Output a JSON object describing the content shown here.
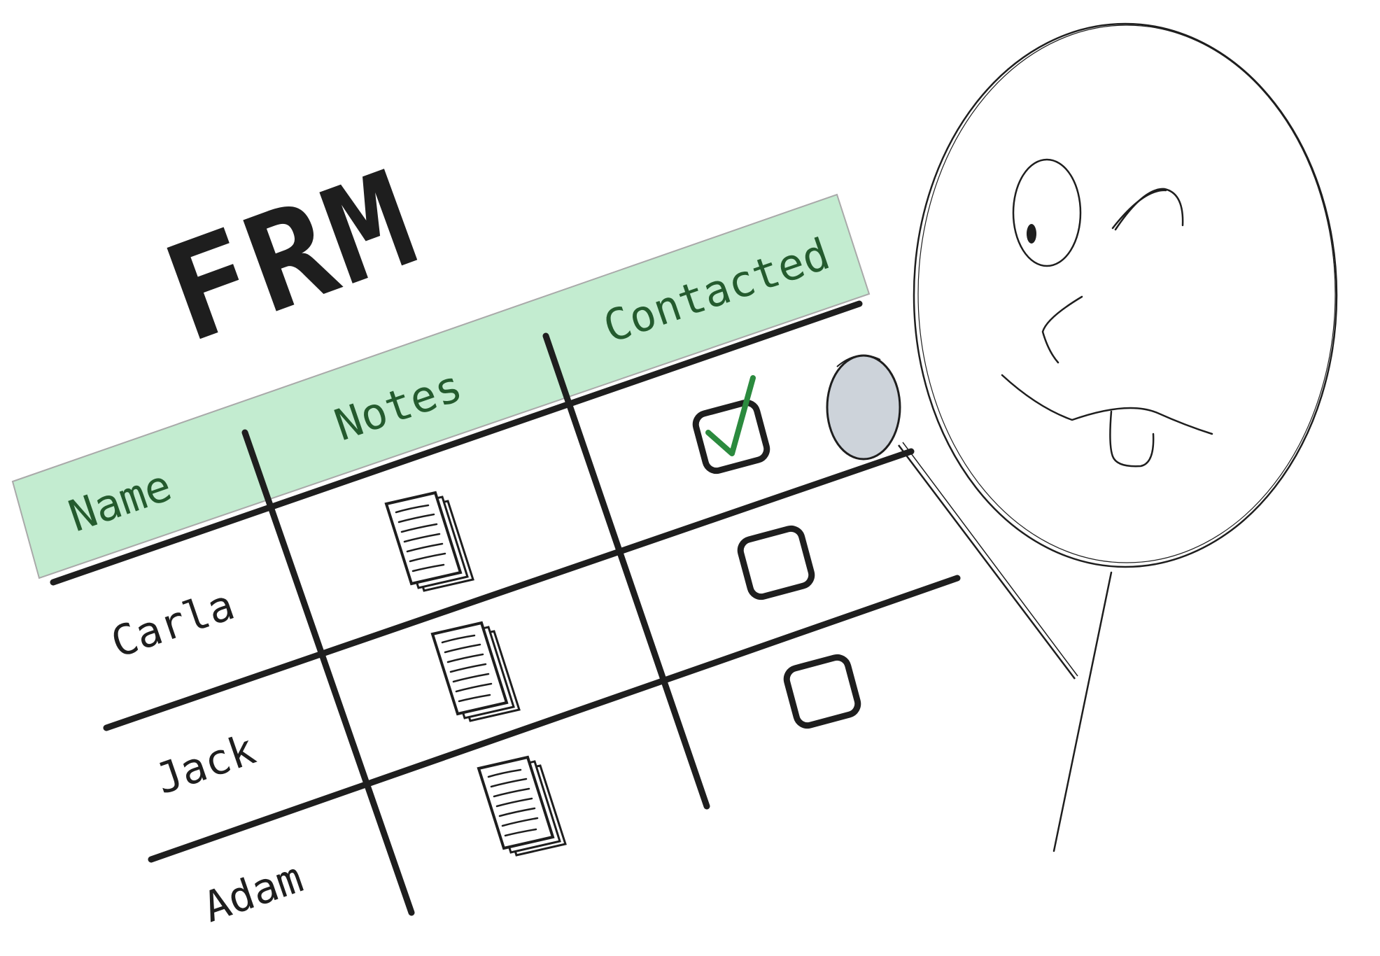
{
  "title": "FRM",
  "table": {
    "headers": [
      "Name",
      "Notes",
      "Contacted"
    ],
    "rows": [
      {
        "name": "Carla",
        "contacted": true
      },
      {
        "name": "Jack",
        "contacted": false
      },
      {
        "name": "Adam",
        "contacted": false
      }
    ]
  },
  "colors": {
    "header_fill": "#c3ecd0",
    "header_text": "#245b2e",
    "ink": "#1e1e1e",
    "check": "#2b8a3e",
    "magnifier_lens": "#cdd3da"
  },
  "icons": {
    "notes": "document-stack-icon",
    "contacted_true": "checked-checkbox-icon",
    "contacted_false": "empty-checkbox-icon",
    "magnifier": "magnifying-glass-icon",
    "person": "stick-figure-face"
  }
}
